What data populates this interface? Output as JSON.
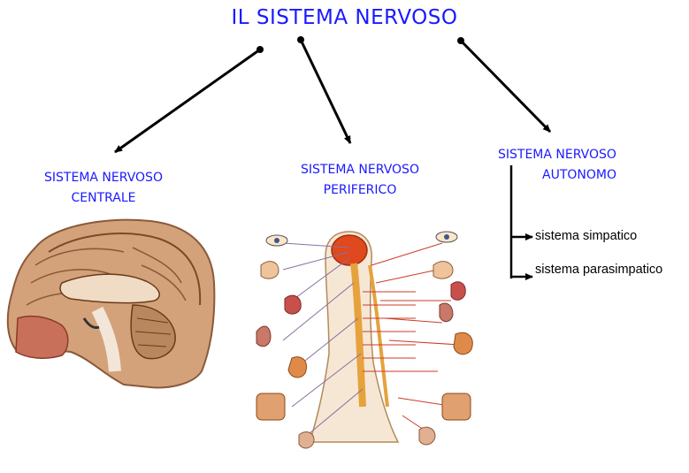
{
  "title": "IL SISTEMA NERVOSO",
  "branches": [
    {
      "line1": "SISTEMA NERVOSO",
      "line2": "CENTRALE"
    },
    {
      "line1": "SISTEMA NERVOSO",
      "line2": "PERIFERICO"
    },
    {
      "line1": "SISTEMA NERVOSO",
      "line2": "AUTONOMO"
    }
  ],
  "autonomic_parts": [
    "sistema simpatico",
    "sistema parasimpatico"
  ],
  "colors": {
    "text": "#1a1aff",
    "arrow": "#000000",
    "brain_cortex": "#c8946a",
    "spinal_cord": "#e6a23c",
    "nerves": "#cc3b2a"
  },
  "illustrations": [
    "brain-sagittal-section",
    "peripheral-nervous-system-figure"
  ]
}
